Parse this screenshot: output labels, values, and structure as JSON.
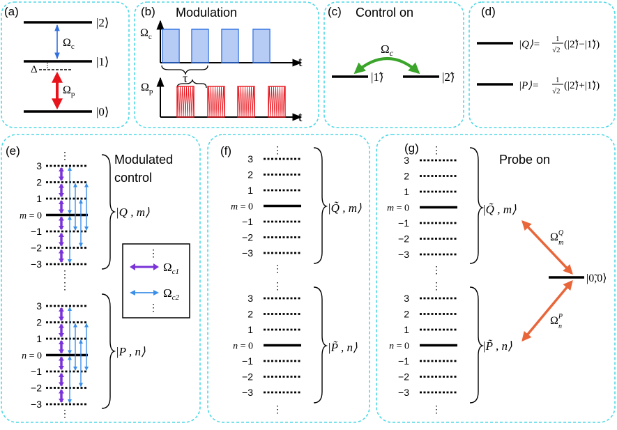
{
  "panels": {
    "a": {
      "label": "(a)",
      "levels": [
        "|2⟩",
        "|1⟩",
        "|0⟩"
      ],
      "detuning": "Δ",
      "omega_c": "Ω",
      "omega_c_sub": "c",
      "omega_p": "Ω",
      "omega_p_sub": "p"
    },
    "b": {
      "label": "(b)",
      "title": "Modulation",
      "omega_c": "Ω",
      "omega_c_sub": "c",
      "omega_p": "Ω",
      "omega_p_sub": "p",
      "tau": "τ",
      "time": "t"
    },
    "c": {
      "label": "(c)",
      "title": "Control on",
      "omega": "Ω",
      "omega_sub": "c",
      "left_state": "|1̃⟩",
      "right_state": "|2̃⟩"
    },
    "d": {
      "label": "(d)",
      "eq_q": "|Q⟩ = (1/√2)(|2̃⟩ − |1̃⟩)",
      "eq_p": "|P⟩ = (1/√2)(|2̃⟩ + |1̃⟩)",
      "q_lhs": "|Q⟩=",
      "q_rhs": "(|2̃⟩−|1̃⟩)",
      "p_lhs": "|P⟩=",
      "p_rhs": "(|2̃⟩+|1̃⟩)",
      "frac_num": "1",
      "frac_den": "√2"
    },
    "e": {
      "label": "(e)",
      "title_line1": "Modulated",
      "title_line2": "control",
      "upper_state": "|Q , m⟩",
      "lower_state": "|P , n⟩",
      "upper_index": [
        "3",
        "2",
        "1",
        "m = 0",
        "−1",
        "−2",
        "−3"
      ],
      "lower_index": [
        "3",
        "2",
        "1",
        "n = 0",
        "−1",
        "−2",
        "−3"
      ],
      "legend": {
        "omega_c1": "Ω",
        "omega_c1_sub": "c1",
        "omega_c2": "Ω",
        "omega_c2_sub": "c2"
      }
    },
    "f": {
      "label": "(f)",
      "upper_state": "|Q̃ , m⟩",
      "lower_state": "|P̃ , n⟩",
      "upper_index": [
        "3",
        "2",
        "1",
        "m = 0",
        "−1",
        "−2",
        "−3"
      ],
      "lower_index": [
        "3",
        "2",
        "1",
        "n = 0",
        "−1",
        "−2",
        "−3"
      ]
    },
    "g": {
      "label": "(g)",
      "title": "Probe on",
      "upper_state": "|Q̃ , m⟩",
      "lower_state": "|P̃ , n⟩",
      "ground_state": "|0̃,0⟩",
      "omega_q": "Ω",
      "omega_q_sub": "m",
      "omega_q_sup": "Q",
      "omega_p": "Ω",
      "omega_p_sub": "n",
      "omega_p_sup": "P",
      "upper_index": [
        "3",
        "2",
        "1",
        "m = 0",
        "−1",
        "−2",
        "−3"
      ],
      "lower_index": [
        "3",
        "2",
        "1",
        "n = 0",
        "−1",
        "−2",
        "−3"
      ]
    }
  },
  "colors": {
    "panel_border": "#4dd8e6",
    "control": "#2f6fe0",
    "probe": "#e8141c",
    "coupling_green": "#3aa52a",
    "omega_c1": "#7a33d9",
    "omega_c2": "#3b8fe8",
    "probe_orange": "#e8663a"
  }
}
